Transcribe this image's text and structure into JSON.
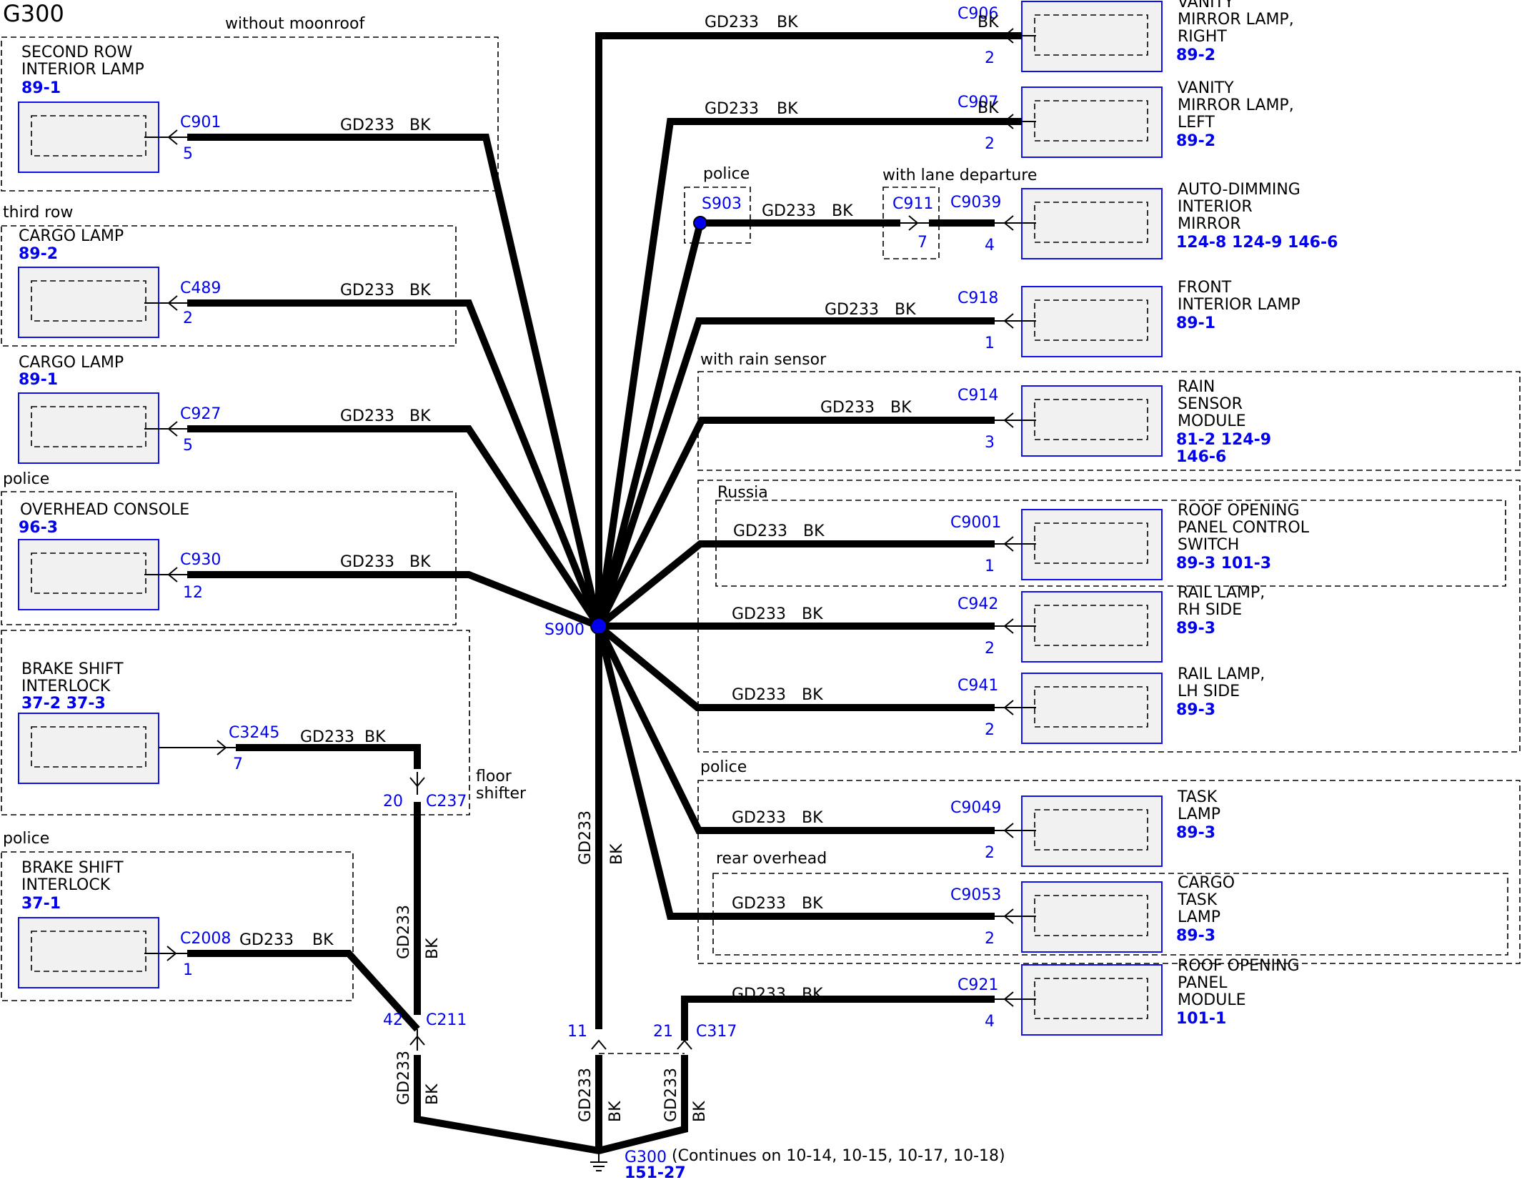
{
  "title": "G300",
  "wire": {
    "id": "GD233",
    "color": "BK"
  },
  "splices": {
    "main": "S900",
    "police": "S903"
  },
  "ground": {
    "name": "G300",
    "ref": "151-27",
    "note": "(Continues on 10-14, 10-15, 10-17, 10-18)"
  },
  "conditions": {
    "without_moonroof": "without moonroof",
    "third_row": "third row",
    "police": "police",
    "with_lane_departure": "with lane departure",
    "with_rain_sensor": "with rain sensor",
    "russia": "Russia",
    "floor_shifter": [
      "floor",
      "shifter"
    ],
    "rear_overhead": "rear overhead"
  },
  "left_components": [
    {
      "name": [
        "SECOND ROW",
        "INTERIOR LAMP"
      ],
      "refs": [
        "89-1"
      ],
      "conn": "C901",
      "pin": "5"
    },
    {
      "name": [
        "CARGO LAMP"
      ],
      "refs": [
        "89-2"
      ],
      "conn": "C489",
      "pin": "2"
    },
    {
      "name": [
        "CARGO LAMP"
      ],
      "refs": [
        "89-1"
      ],
      "conn": "C927",
      "pin": "5"
    },
    {
      "name": [
        "OVERHEAD CONSOLE"
      ],
      "refs": [
        "96-3"
      ],
      "conn": "C930",
      "pin": "12"
    },
    {
      "name": [
        "BRAKE SHIFT",
        "INTERLOCK"
      ],
      "refs": [
        "37-2  37-3"
      ],
      "conn": "C3245",
      "pin": "7"
    },
    {
      "name": [
        "BRAKE SHIFT",
        "INTERLOCK"
      ],
      "refs": [
        "37-1"
      ],
      "conn": "C2008",
      "pin": "1"
    }
  ],
  "right_components": [
    {
      "name": [
        "VANITY",
        "MIRROR LAMP,",
        "RIGHT"
      ],
      "refs": [
        "89-2"
      ],
      "conn": "C906",
      "pin": "2"
    },
    {
      "name": [
        "VANITY",
        "MIRROR LAMP,",
        "LEFT"
      ],
      "refs": [
        "89-2"
      ],
      "conn": "C907",
      "pin": "2"
    },
    {
      "name": [
        "AUTO-DIMMING",
        "INTERIOR",
        "MIRROR"
      ],
      "refs": [
        "124-8 124-9  146-6"
      ],
      "conn": "C9039",
      "pin": "4"
    },
    {
      "name": [
        "FRONT",
        "INTERIOR LAMP"
      ],
      "refs": [
        "89-1"
      ],
      "conn": "C918",
      "pin": "1"
    },
    {
      "name": [
        "RAIN",
        "SENSOR",
        "MODULE"
      ],
      "refs": [
        "81-2   124-9",
        "146-6"
      ],
      "conn": "C914",
      "pin": "3"
    },
    {
      "name": [
        "ROOF OPENING",
        "PANEL CONTROL",
        "SWITCH"
      ],
      "refs": [
        "89-3   101-3"
      ],
      "conn": "C9001",
      "pin": "1"
    },
    {
      "name": [
        "RAIL LAMP,",
        "RH SIDE"
      ],
      "refs": [
        "89-3"
      ],
      "conn": "C942",
      "pin": "2"
    },
    {
      "name": [
        "RAIL LAMP,",
        "LH SIDE"
      ],
      "refs": [
        "89-3"
      ],
      "conn": "C941",
      "pin": "2"
    },
    {
      "name": [
        "TASK",
        "LAMP"
      ],
      "refs": [
        "89-3"
      ],
      "conn": "C9049",
      "pin": "2"
    },
    {
      "name": [
        "CARGO",
        "TASK",
        "LAMP"
      ],
      "refs": [
        "89-3"
      ],
      "conn": "C9053",
      "pin": "2"
    },
    {
      "name": [
        "ROOF OPENING",
        "PANEL",
        "MODULE"
      ],
      "refs": [
        "101-1"
      ],
      "conn": "C921",
      "pin": "4"
    }
  ],
  "inline_connectors": [
    {
      "name": "C911",
      "pin": "7"
    },
    {
      "name": "C237",
      "pin": "20"
    },
    {
      "name": "C211",
      "pin": "42"
    },
    {
      "name": "C317",
      "pins": [
        "11",
        "21"
      ]
    }
  ]
}
